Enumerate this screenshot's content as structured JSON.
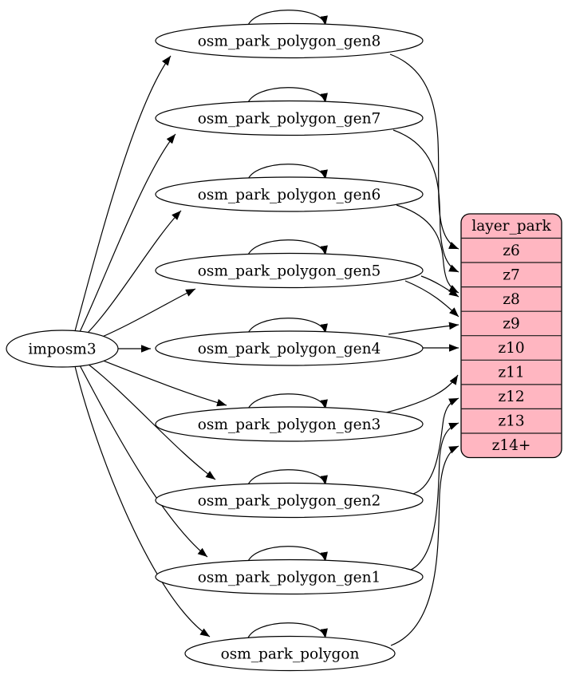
{
  "diagram": {
    "source_node": {
      "id": "imposm3",
      "label": "imposm3"
    },
    "table_nodes": [
      {
        "id": "osm_park_polygon_gen8",
        "label": "osm_park_polygon_gen8"
      },
      {
        "id": "osm_park_polygon_gen7",
        "label": "osm_park_polygon_gen7"
      },
      {
        "id": "osm_park_polygon_gen6",
        "label": "osm_park_polygon_gen6"
      },
      {
        "id": "osm_park_polygon_gen5",
        "label": "osm_park_polygon_gen5"
      },
      {
        "id": "osm_park_polygon_gen4",
        "label": "osm_park_polygon_gen4"
      },
      {
        "id": "osm_park_polygon_gen3",
        "label": "osm_park_polygon_gen3"
      },
      {
        "id": "osm_park_polygon_gen2",
        "label": "osm_park_polygon_gen2"
      },
      {
        "id": "osm_park_polygon_gen1",
        "label": "osm_park_polygon_gen1"
      },
      {
        "id": "osm_park_polygon",
        "label": "osm_park_polygon"
      }
    ],
    "layer_node": {
      "title": "layer_park",
      "rows": [
        "z6",
        "z7",
        "z8",
        "z9",
        "z10",
        "z11",
        "z12",
        "z13",
        "z14+"
      ],
      "fill": "#ffb6c1",
      "stroke": "#000000"
    },
    "node_fill": "#ffffff",
    "edge_color": "#000000",
    "edges": {
      "from_source": [
        "osm_park_polygon_gen8",
        "osm_park_polygon_gen7",
        "osm_park_polygon_gen6",
        "osm_park_polygon_gen5",
        "osm_park_polygon_gen4",
        "osm_park_polygon_gen3",
        "osm_park_polygon_gen2",
        "osm_park_polygon_gen1",
        "osm_park_polygon"
      ],
      "self_loops": [
        "osm_park_polygon_gen8",
        "osm_park_polygon_gen7",
        "osm_park_polygon_gen6",
        "osm_park_polygon_gen5",
        "osm_park_polygon_gen4",
        "osm_park_polygon_gen3",
        "osm_park_polygon_gen2",
        "osm_park_polygon_gen1",
        "osm_park_polygon"
      ],
      "to_layer": [
        [
          "osm_park_polygon_gen8",
          "z6"
        ],
        [
          "osm_park_polygon_gen7",
          "z7"
        ],
        [
          "osm_park_polygon_gen6",
          "z8"
        ],
        [
          "osm_park_polygon_gen5",
          "z8"
        ],
        [
          "osm_park_polygon_gen5",
          "z9"
        ],
        [
          "osm_park_polygon_gen4",
          "z9"
        ],
        [
          "osm_park_polygon_gen4",
          "z10"
        ],
        [
          "osm_park_polygon_gen3",
          "z11"
        ],
        [
          "osm_park_polygon_gen2",
          "z12"
        ],
        [
          "osm_park_polygon_gen1",
          "z13"
        ],
        [
          "osm_park_polygon",
          "z14+"
        ]
      ]
    }
  }
}
